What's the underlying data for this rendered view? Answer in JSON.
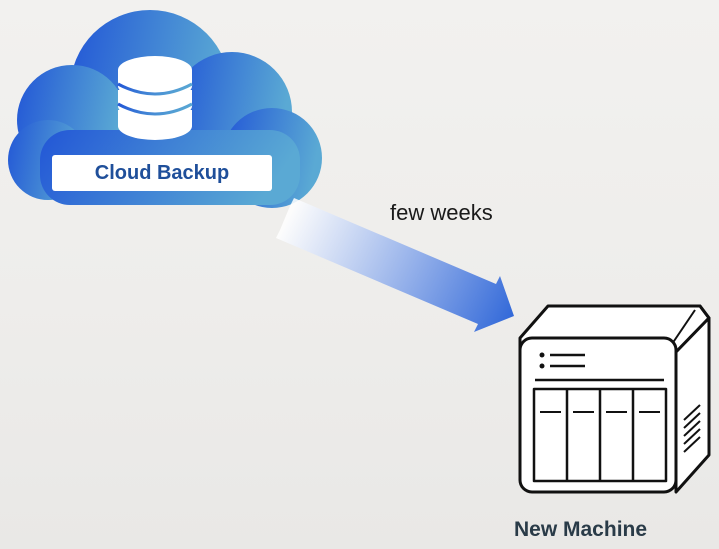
{
  "diagram": {
    "source": {
      "label": "Cloud Backup",
      "icon": "database-icon",
      "shape": "cloud",
      "gradient": [
        "#2256d6",
        "#5aa9d4"
      ]
    },
    "connector": {
      "label": "few weeks",
      "direction": "source-to-target",
      "gradient": [
        "#ffffff",
        "#2a63d8"
      ]
    },
    "target": {
      "label": "New Machine",
      "icon": "nas-server-icon"
    }
  }
}
